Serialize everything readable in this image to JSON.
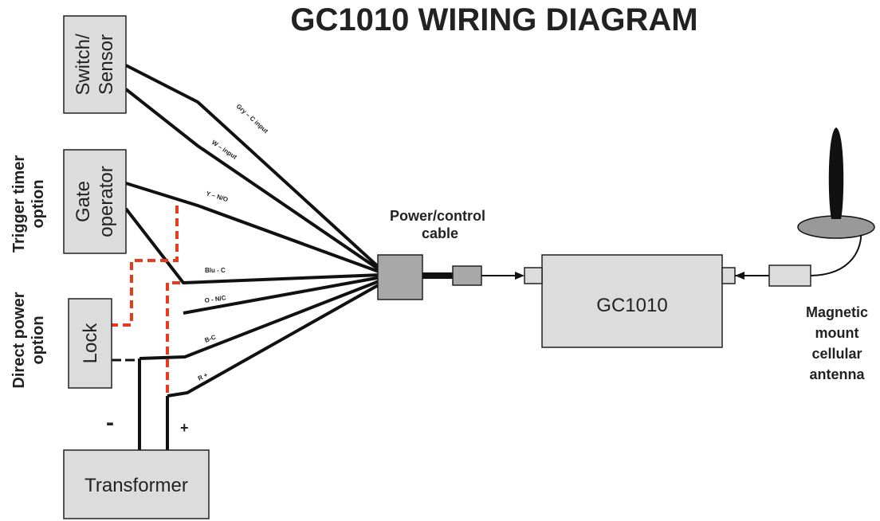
{
  "title": "GC1010 WIRING DIAGRAM",
  "components": {
    "switch_sensor": "Switch/ Sensor",
    "gate_operator": "Gate operator",
    "lock": "Lock",
    "transformer": "Transformer",
    "gc1010": "GC1010"
  },
  "side_labels": {
    "trigger_timer": "Trigger timer option",
    "direct_power": "Direct power option"
  },
  "cable_label": [
    "Power/control",
    "cable"
  ],
  "antenna_label": [
    "Magnetic",
    "mount",
    "cellular",
    "antenna"
  ],
  "wire_labels": {
    "gry_c_input": "Gry – C input",
    "w_input": "W – input",
    "y_no": "Y – N/O",
    "blu_c": "Blu - C",
    "o_nc": "O - N/C",
    "b_c": "B-C",
    "r_plus": "R +"
  },
  "polarity": {
    "minus": "-",
    "plus": "+"
  },
  "colors": {
    "wire": "#111111",
    "dashed_option": "#e83a1c",
    "box_fill": "#dcdcdc",
    "connector_fill": "#a8a8a8"
  }
}
